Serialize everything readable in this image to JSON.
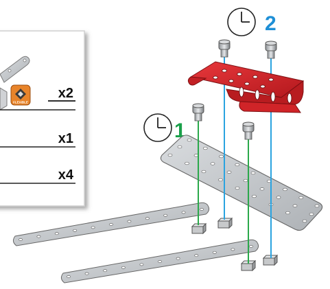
{
  "parts_card": {
    "rows": [
      {
        "quantity": "x2",
        "badge_label": "FLEXIBLE"
      },
      {
        "quantity": "x1"
      },
      {
        "quantity": "x4"
      }
    ]
  },
  "steps": [
    {
      "number": "1",
      "color": "#1aa04a",
      "icon": "clock-icon"
    },
    {
      "number": "2",
      "color": "#1e8fd6",
      "icon": "clock-icon"
    }
  ],
  "colors": {
    "bracket": "#d8252b",
    "plate": "#c9ccd0",
    "step1_guide": "#2aa84a",
    "step2_guide": "#2aa3e0",
    "badge": "#e8842a"
  }
}
